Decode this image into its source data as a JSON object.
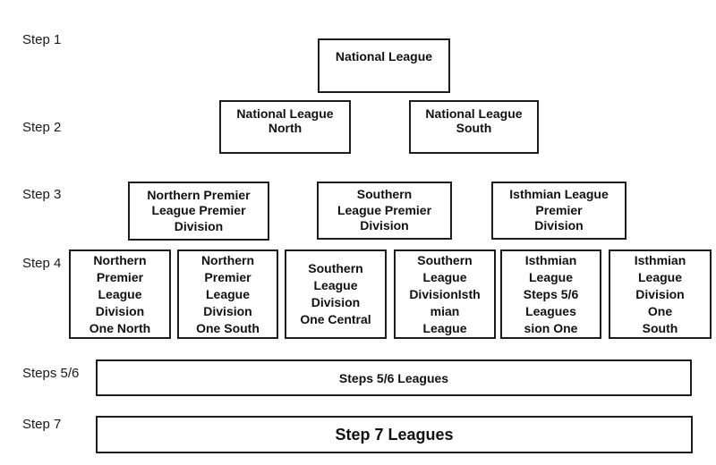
{
  "palette": {
    "background": "#ffffff",
    "border": "#1c1c1c",
    "text": "#111111"
  },
  "step_labels": [
    "Step 1",
    "Step 2",
    "Step 3",
    "Step 4",
    "Steps 5/6",
    "Step 7"
  ],
  "boxes": {
    "national_league": "National League",
    "national_league_north": "National League\nNorth",
    "national_league_south": "National League\nSouth",
    "northern_premier_league_premier_division": "Northern Premier\nLeague Premier\nDivision",
    "southern_league_premier_division": "Southern\nLeague Premier\nDivision",
    "isthmian_league_premier_division": "Isthmian League\nPremier\nDivision",
    "northern_premier_league_division_one_north": "Northern\nPremier\nLeague\nDivision\nOne North",
    "northern_premier_league_division_one_south": "Northern\nPremier\nLeague\nDivision\nOne South",
    "southern_league_division_one_central": "Southern\nLeague\nDivision\nOne Central",
    "southern_league_division_isthmian_league": "Southern\nLeague\nDivisionIsth\nmian\nLeague",
    "isthmian_league_steps_56_leagues_sion_one": "Isthmian\nLeague\nSteps 5/6\nLeagues\nsion One",
    "isthmian_league_division_one_south": "Isthmian\nLeague\nDivision\nOne\nSouth",
    "steps_56_leagues": "Steps 5/6 Leagues",
    "step_7_leagues": "Step 7 Leagues"
  }
}
